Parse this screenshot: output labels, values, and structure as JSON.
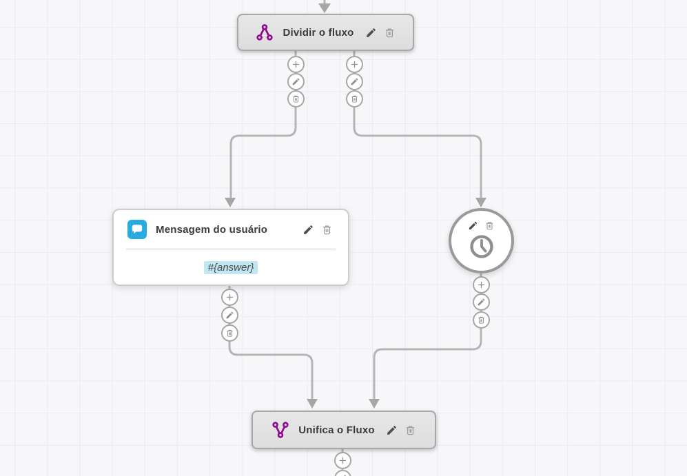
{
  "canvas": {
    "kind": "chatbot-flow-builder-grid"
  },
  "colors": {
    "accent_purple": "#8F0A91",
    "message_blue": "#29ABE2",
    "variable_highlight": "#C2E6F2",
    "wire_gray": "#B5B5B5",
    "node_gray_bg": "#E2E2E2"
  },
  "nodes": {
    "split": {
      "title": "Dividir o fluxo",
      "icon": "split-flow-icon",
      "action_icons": [
        "edit-pencil",
        "delete-trash"
      ]
    },
    "user_message": {
      "title": "Mensagem do usuário",
      "icon": "chat-bubble-icon",
      "action_icons": [
        "edit-pencil",
        "delete-trash"
      ],
      "body_variable": "#{answer}"
    },
    "timer": {
      "icon": "clock-icon",
      "action_icons": [
        "edit-pencil",
        "delete-trash"
      ]
    },
    "merge": {
      "title": "Unifica o Fluxo",
      "icon": "merge-flow-icon",
      "action_icons": [
        "edit-pencil",
        "delete-trash"
      ]
    }
  },
  "port_buttons": {
    "icons": [
      "plus",
      "pencil",
      "trash"
    ]
  }
}
